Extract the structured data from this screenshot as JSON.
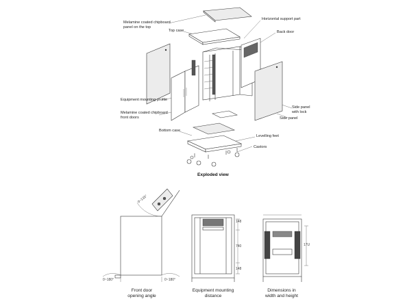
{
  "callouts": {
    "melamine_top": "Melamine coated chipboard\npanel on the top",
    "top_case": "Top case",
    "horizontal_support": "Horizontal support part",
    "back_door": "Back door",
    "equipment_profile": "Equipment mounting profile",
    "melamine_front": "Melamine coated chipboard\nfront doors",
    "side_panel_lock": "Side panel\nwith lock",
    "side_panel": "Side panel",
    "bottom_case": "Bottom case",
    "levelling_feet": "Levelling feet",
    "castors": "Castors"
  },
  "exploded_title": "Exploded view",
  "bottom": {
    "angle_top": "0~135°",
    "angle_left": "0~180°",
    "angle_right": "0~180°",
    "dim_148_top": "148",
    "dim_740": "740",
    "dim_148_bottom": "148",
    "dim_17u": "17U",
    "captions": {
      "front_door": "Front door\nopening angle",
      "mounting": "Equipment mounting\ndistance",
      "dimensions": "Dimensions in\nwidth and height"
    }
  }
}
